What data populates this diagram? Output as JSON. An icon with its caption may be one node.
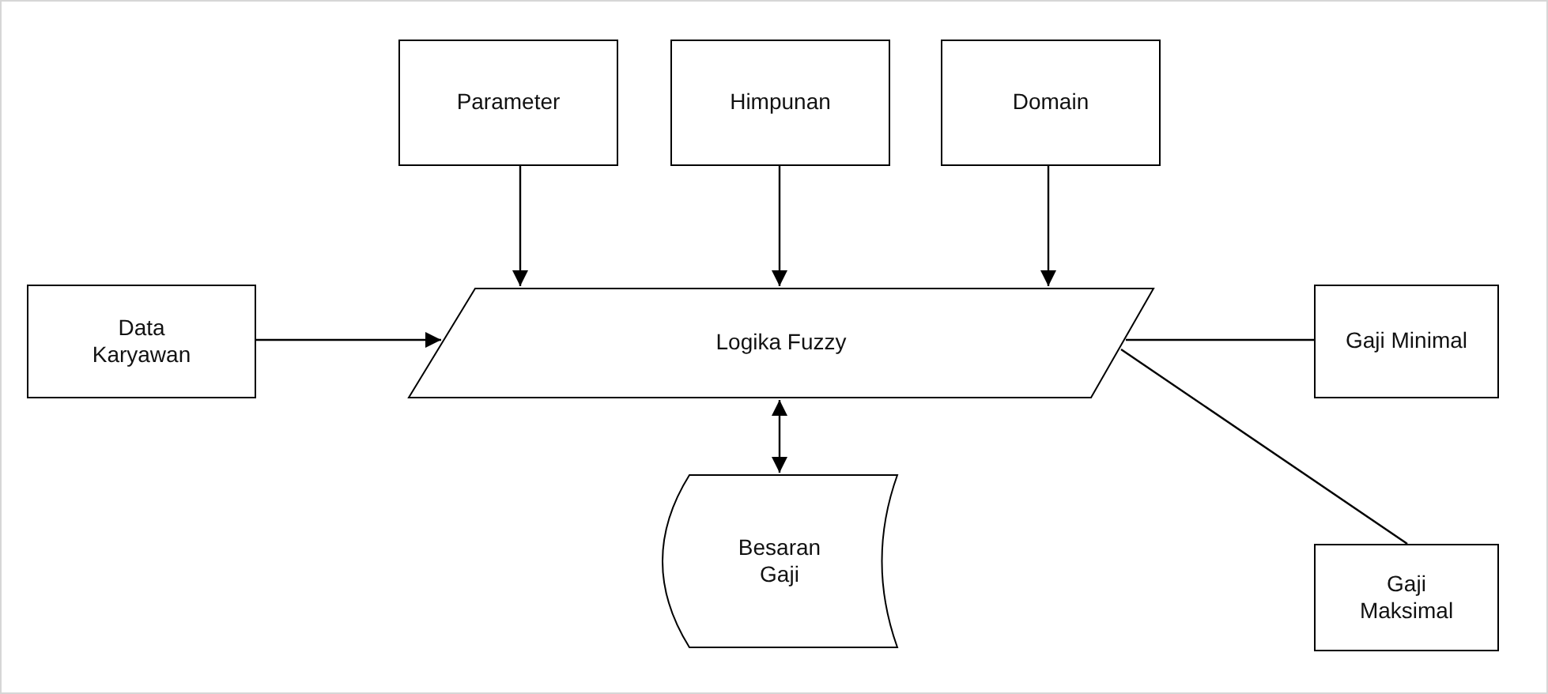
{
  "diagram": {
    "nodes": [
      {
        "text": [
          "Parameter"
        ]
      },
      {
        "text": [
          "Himpunan"
        ]
      },
      {
        "text": [
          "Domain"
        ]
      },
      {
        "text": [
          "Data Karyawan"
        ]
      },
      {
        "text": [
          "Logika Fuzzy"
        ]
      },
      {
        "text": [
          "Gaji Minimal"
        ]
      },
      {
        "text": [
          "Besaran Gaji"
        ]
      },
      {
        "text": [
          "Gaji Maksimal"
        ]
      }
    ],
    "edges": [
      {
        "from": 0,
        "to": 4,
        "arrow": "to"
      },
      {
        "from": 1,
        "to": 4,
        "arrow": "to"
      },
      {
        "from": 2,
        "to": 4,
        "arrow": "to"
      },
      {
        "from": 3,
        "to": 4,
        "arrow": "to"
      },
      {
        "from": 4,
        "to": 6,
        "arrow": "both"
      },
      {
        "from": 4,
        "to": 5,
        "arrow": "none"
      },
      {
        "from": 4,
        "to": 7,
        "arrow": "none"
      }
    ]
  }
}
